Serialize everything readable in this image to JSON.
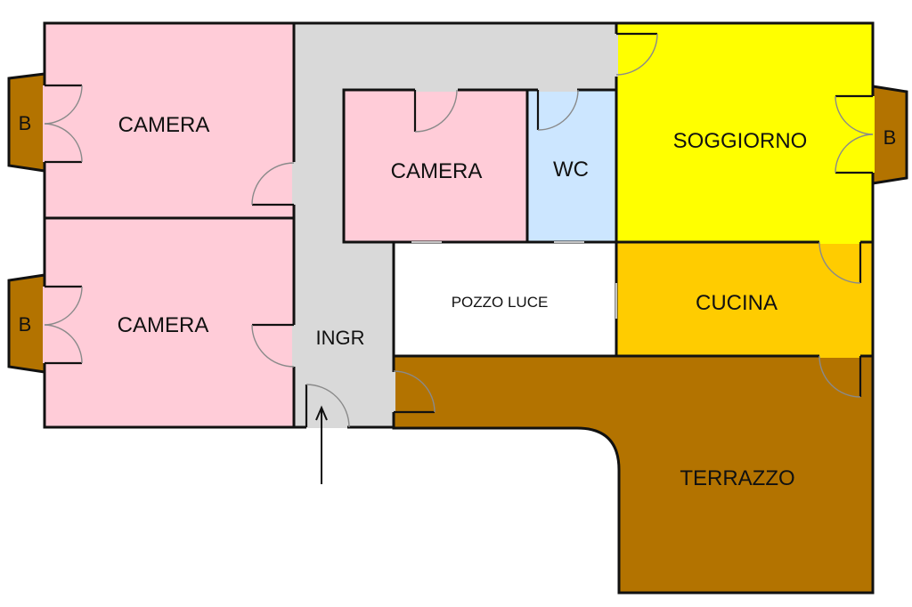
{
  "rooms": {
    "camera_top_left": "CAMERA",
    "camera_bottom_left": "CAMERA",
    "camera_center": "CAMERA",
    "wc": "WC",
    "soggiorno": "SOGGIORNO",
    "pozzo_luce": "POZZO LUCE",
    "cucina": "CUCINA",
    "ingr": "INGR",
    "terrazzo": "TERRAZZO"
  },
  "balconies": {
    "left_top": "B",
    "left_bottom": "B",
    "right": "B"
  },
  "colors": {
    "camera": "#ffccd8",
    "corridor": "#d9d9d9",
    "wc": "#cce6ff",
    "soggiorno": "#ffff00",
    "cucina": "#ffcc00",
    "terrazzo": "#b37300",
    "balcony": "#b37300",
    "pozzo_luce": "#ffffff",
    "walls": "#111111",
    "door_swing": "#8a8a8a"
  }
}
